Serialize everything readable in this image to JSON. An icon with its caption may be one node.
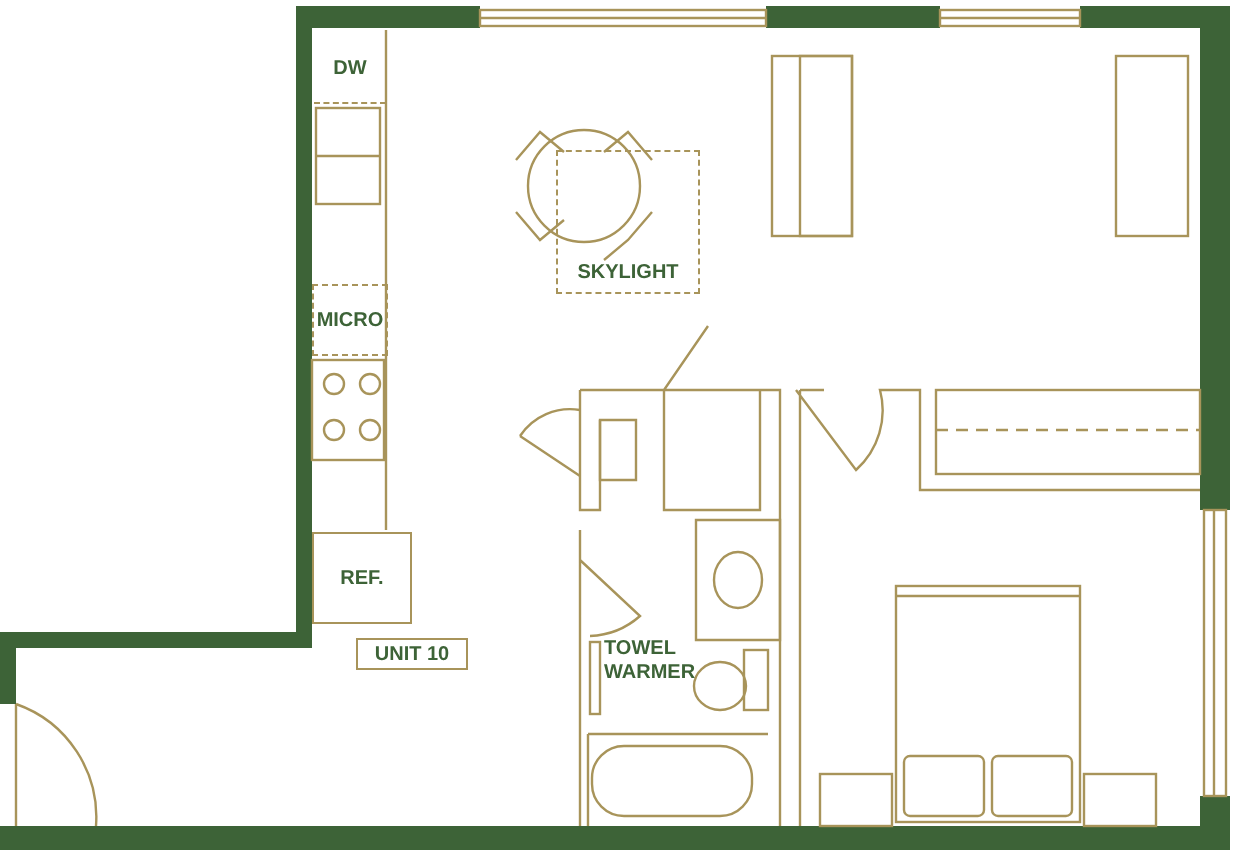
{
  "diagram": {
    "nodes": [
      {
        "text": [
          "DW"
        ]
      },
      {
        "text": [
          "MICRO"
        ]
      },
      {
        "text": [
          "SKYLIGHT"
        ]
      },
      {
        "text": [
          "REF."
        ]
      },
      {
        "text": [
          "UNIT 10"
        ]
      }
    ],
    "labels": [
      "TOWEL WARMER"
    ]
  }
}
